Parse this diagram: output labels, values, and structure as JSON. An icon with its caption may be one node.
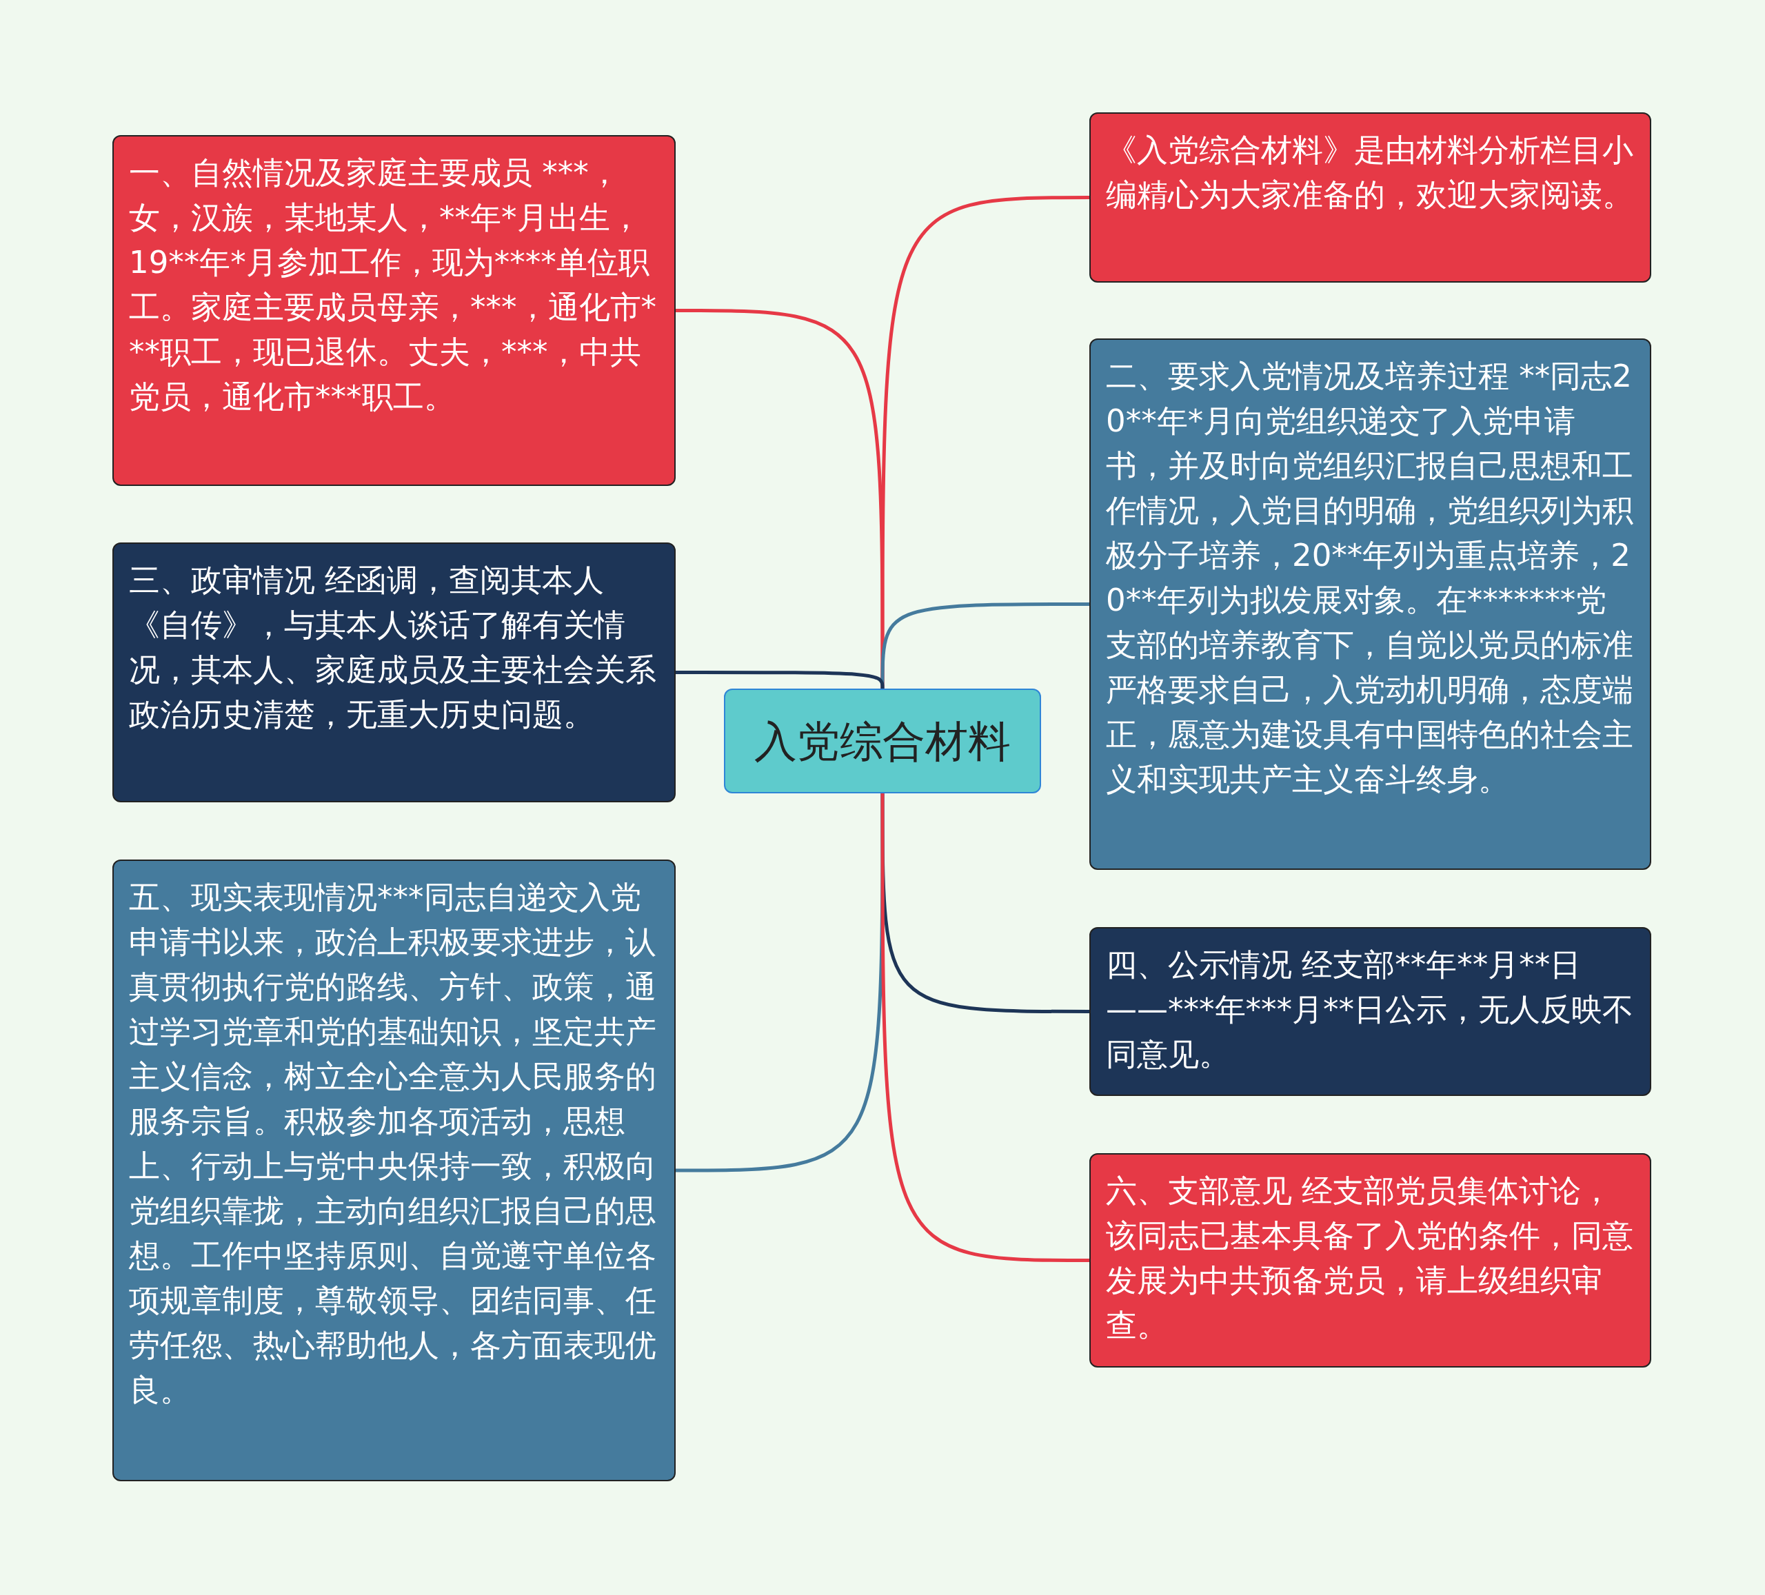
{
  "diagram": {
    "nodes": [
      {
        "text": [
          "入党综合材料"
        ]
      },
      {
        "text": [
          "一、自然情况及家庭主要成员 ***，女，汉族，某地某人，**年*月出生，19**年*月参加工作，现为****单位职工。家庭主要成员母亲，***，通化市***职工，现已退休。丈夫，***，中共党员，通化市***职工。"
        ]
      },
      {
        "text": [
          "《入党综合材料》是由材料分析栏目小编精心为大家准备的，欢迎大家阅读。"
        ]
      },
      {
        "text": [
          "二、要求入党情况及培养过程 **同志20**年*月向党组织递交了入党申请书，并及时向党组织汇报自己思想和工作情况，入党目的明确，党组织列为积极分子培养，20**年列为重点培养，20**年列为拟发展对象。在*******党支部的培养教育下，自觉以党员的标准严格要求自己，入党动机明确，态度端正，愿意为建设具有中国特色的社会主义和实现共产主义奋斗终身。"
        ]
      },
      {
        "text": [
          "三、政审情况 经函调，查阅其本人《自传》，与其本人谈话了解有关情况，其本人、家庭成员及主要社会关系政治历史清楚，无重大历史问题。"
        ]
      },
      {
        "text": [
          "四、公示情况 经支部**年**月**日——***年***月**日公示，无人反映不同意见。"
        ]
      },
      {
        "text": [
          "五、现实表现情况***同志自递交入党申请书以来，政治上积极要求进步，认真贯彻执行党的路线、方针、政策，通过学习党章和党的基础知识，坚定共产主义信念，树立全心全意为人民服务的服务宗旨。积极参加各项活动，思想上、行动上与党中央保持一致，积极向党组织靠拢，主动向组织汇报自己的思想。工作中坚持原则、自觉遵守单位各项规章制度，尊敬领导、团结同事、任劳任怨、热心帮助他人，各方面表现优良。"
        ]
      },
      {
        "text": [
          "六、支部意见 经支部党员集体讨论，该同志已基本具备了入党的条件，同意发展为中共预备党员，请上级组织审查。"
        ]
      }
    ],
    "edges": [
      {
        "from": 0,
        "to": 1,
        "arrow": "none"
      },
      {
        "from": 0,
        "to": 2,
        "arrow": "none"
      },
      {
        "from": 0,
        "to": 3,
        "arrow": "none",
        "color": "#457b9d"
      },
      {
        "from": 0,
        "to": 4,
        "arrow": "none",
        "color": "#1d3557"
      },
      {
        "from": 0,
        "to": 5,
        "arrow": "none",
        "color": "#1d3557"
      },
      {
        "from": 0,
        "to": 6,
        "arrow": "none",
        "color": "#457b9d"
      },
      {
        "from": 0,
        "to": 7,
        "arrow": "none"
      }
    ]
  }
}
